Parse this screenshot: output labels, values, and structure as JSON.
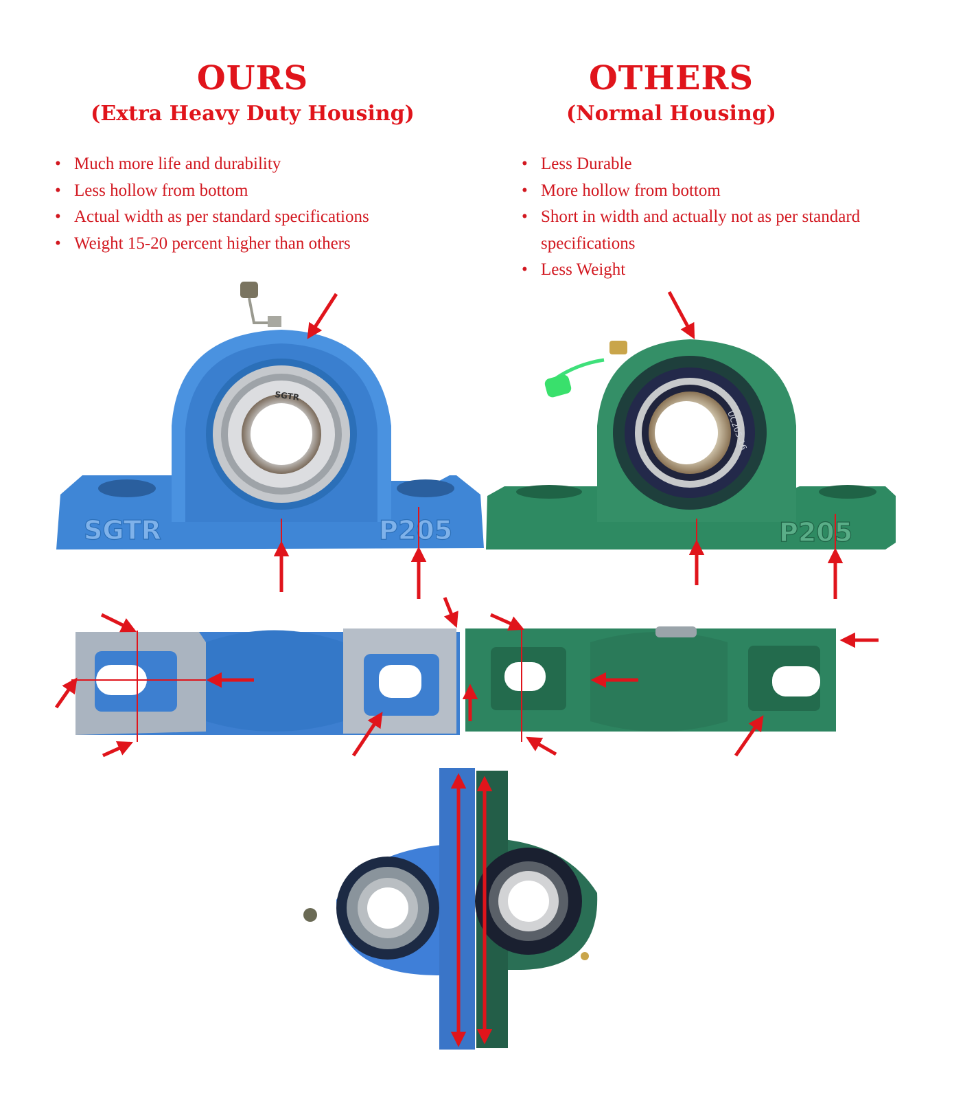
{
  "ours": {
    "title": "OURS",
    "subtitle": "(Extra Heavy Duty Housing)",
    "points": [
      "Much more life and durability",
      "Less hollow from bottom",
      "Actual width as per standard specifications",
      "Weight 15-20 percent higher than others"
    ],
    "housing_brand_text": "SGTR",
    "housing_model_text": "P205",
    "bearing_text": "SGTR",
    "color": "#3f86d6"
  },
  "others": {
    "title": "OTHERS",
    "subtitle": "(Normal Housing)",
    "points": [
      "Less Durable",
      "More hollow from bottom",
      "Short in width and actually not as per standard specifications",
      "Less Weight"
    ],
    "housing_model_text": "P205",
    "bearing_text": "UC205-16",
    "color": "#2e8a62"
  },
  "accent_color": "#e0141b"
}
